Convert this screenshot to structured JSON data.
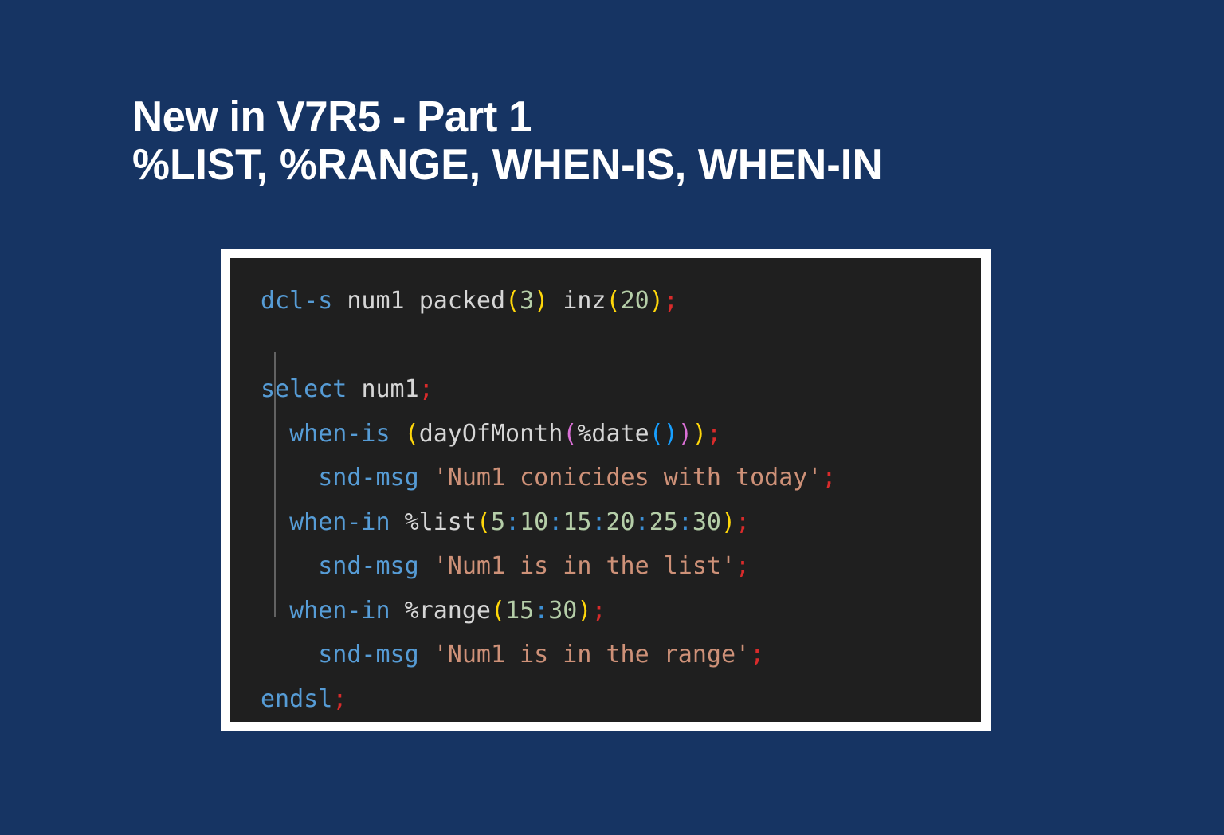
{
  "slide": {
    "background_color": "#163463",
    "title": {
      "line1": "New in V7R5 - Part 1",
      "line2": "%LIST, %RANGE, WHEN-IS, WHEN-IN",
      "color": "#ffffff"
    }
  },
  "code_block": {
    "language": "rpgle",
    "frame_color": "#ffffff",
    "background_color": "#1f1f1f",
    "plain_text": "dcl-s num1 packed(3) inz(20);\n\nselect num1;\n  when-is (dayOfMonth(%date()));\n    snd-msg 'Num1 conicides with today';\n  when-in %list(5:10:15:20:25:30);\n    snd-msg 'Num1 is in the list';\n  when-in %range(15:30);\n    snd-msg 'Num1 is in the range';\nendsl;",
    "palette": {
      "keyword": "#569cd6",
      "plain": "#d6d6d6",
      "number": "#b5cea8",
      "string": "#ce9178",
      "semicolon": "#d92b2b",
      "bracket_depth1": "#ffd70a",
      "bracket_depth2": "#da70d6",
      "bracket_depth3": "#179fff",
      "colon": "#3c8fd4",
      "indent_guide": "#6e6e6e"
    },
    "lines": [
      {
        "n": 1,
        "tokens": [
          {
            "t": "dcl-s",
            "c": "kw"
          },
          {
            "t": " ",
            "c": "plain"
          },
          {
            "t": "num1",
            "c": "plain"
          },
          {
            "t": " ",
            "c": "plain"
          },
          {
            "t": "packed",
            "c": "plain"
          },
          {
            "t": "(",
            "c": "br1"
          },
          {
            "t": "3",
            "c": "num"
          },
          {
            "t": ")",
            "c": "br1"
          },
          {
            "t": " ",
            "c": "plain"
          },
          {
            "t": "inz",
            "c": "plain"
          },
          {
            "t": "(",
            "c": "br1"
          },
          {
            "t": "20",
            "c": "num"
          },
          {
            "t": ")",
            "c": "br1"
          },
          {
            "t": ";",
            "c": "semi"
          }
        ]
      },
      {
        "n": 2,
        "tokens": []
      },
      {
        "n": 3,
        "tokens": [
          {
            "t": "select",
            "c": "kw"
          },
          {
            "t": " ",
            "c": "plain"
          },
          {
            "t": "num1",
            "c": "plain"
          },
          {
            "t": ";",
            "c": "semi"
          }
        ]
      },
      {
        "n": 4,
        "tokens": [
          {
            "t": "  ",
            "c": "plain"
          },
          {
            "t": "when-is",
            "c": "kw"
          },
          {
            "t": " ",
            "c": "plain"
          },
          {
            "t": "(",
            "c": "br1"
          },
          {
            "t": "dayOfMonth",
            "c": "plain"
          },
          {
            "t": "(",
            "c": "br2"
          },
          {
            "t": "%date",
            "c": "plain"
          },
          {
            "t": "(",
            "c": "br3"
          },
          {
            "t": ")",
            "c": "br3"
          },
          {
            "t": ")",
            "c": "br2"
          },
          {
            "t": ")",
            "c": "br1"
          },
          {
            "t": ";",
            "c": "semi"
          }
        ]
      },
      {
        "n": 5,
        "tokens": [
          {
            "t": "    ",
            "c": "plain"
          },
          {
            "t": "snd-msg",
            "c": "kw"
          },
          {
            "t": " ",
            "c": "plain"
          },
          {
            "t": "'Num1 conicides with today'",
            "c": "str"
          },
          {
            "t": ";",
            "c": "semi"
          }
        ]
      },
      {
        "n": 6,
        "tokens": [
          {
            "t": "  ",
            "c": "plain"
          },
          {
            "t": "when-in",
            "c": "kw"
          },
          {
            "t": " ",
            "c": "plain"
          },
          {
            "t": "%list",
            "c": "plain"
          },
          {
            "t": "(",
            "c": "br1"
          },
          {
            "t": "5",
            "c": "num"
          },
          {
            "t": ":",
            "c": "colon"
          },
          {
            "t": "10",
            "c": "num"
          },
          {
            "t": ":",
            "c": "colon"
          },
          {
            "t": "15",
            "c": "num"
          },
          {
            "t": ":",
            "c": "colon"
          },
          {
            "t": "20",
            "c": "num"
          },
          {
            "t": ":",
            "c": "colon"
          },
          {
            "t": "25",
            "c": "num"
          },
          {
            "t": ":",
            "c": "colon"
          },
          {
            "t": "30",
            "c": "num"
          },
          {
            "t": ")",
            "c": "br1"
          },
          {
            "t": ";",
            "c": "semi"
          }
        ]
      },
      {
        "n": 7,
        "tokens": [
          {
            "t": "    ",
            "c": "plain"
          },
          {
            "t": "snd-msg",
            "c": "kw"
          },
          {
            "t": " ",
            "c": "plain"
          },
          {
            "t": "'Num1 is in the list'",
            "c": "str"
          },
          {
            "t": ";",
            "c": "semi"
          }
        ]
      },
      {
        "n": 8,
        "tokens": [
          {
            "t": "  ",
            "c": "plain"
          },
          {
            "t": "when-in",
            "c": "kw"
          },
          {
            "t": " ",
            "c": "plain"
          },
          {
            "t": "%range",
            "c": "plain"
          },
          {
            "t": "(",
            "c": "br1"
          },
          {
            "t": "15",
            "c": "num"
          },
          {
            "t": ":",
            "c": "colon"
          },
          {
            "t": "30",
            "c": "num"
          },
          {
            "t": ")",
            "c": "br1"
          },
          {
            "t": ";",
            "c": "semi"
          }
        ]
      },
      {
        "n": 9,
        "tokens": [
          {
            "t": "    ",
            "c": "plain"
          },
          {
            "t": "snd-msg",
            "c": "kw"
          },
          {
            "t": " ",
            "c": "plain"
          },
          {
            "t": "'Num1 is in the range'",
            "c": "str"
          },
          {
            "t": ";",
            "c": "semi"
          }
        ]
      },
      {
        "n": 10,
        "tokens": [
          {
            "t": "endsl",
            "c": "kw"
          },
          {
            "t": ";",
            "c": "semi"
          }
        ]
      }
    ]
  }
}
